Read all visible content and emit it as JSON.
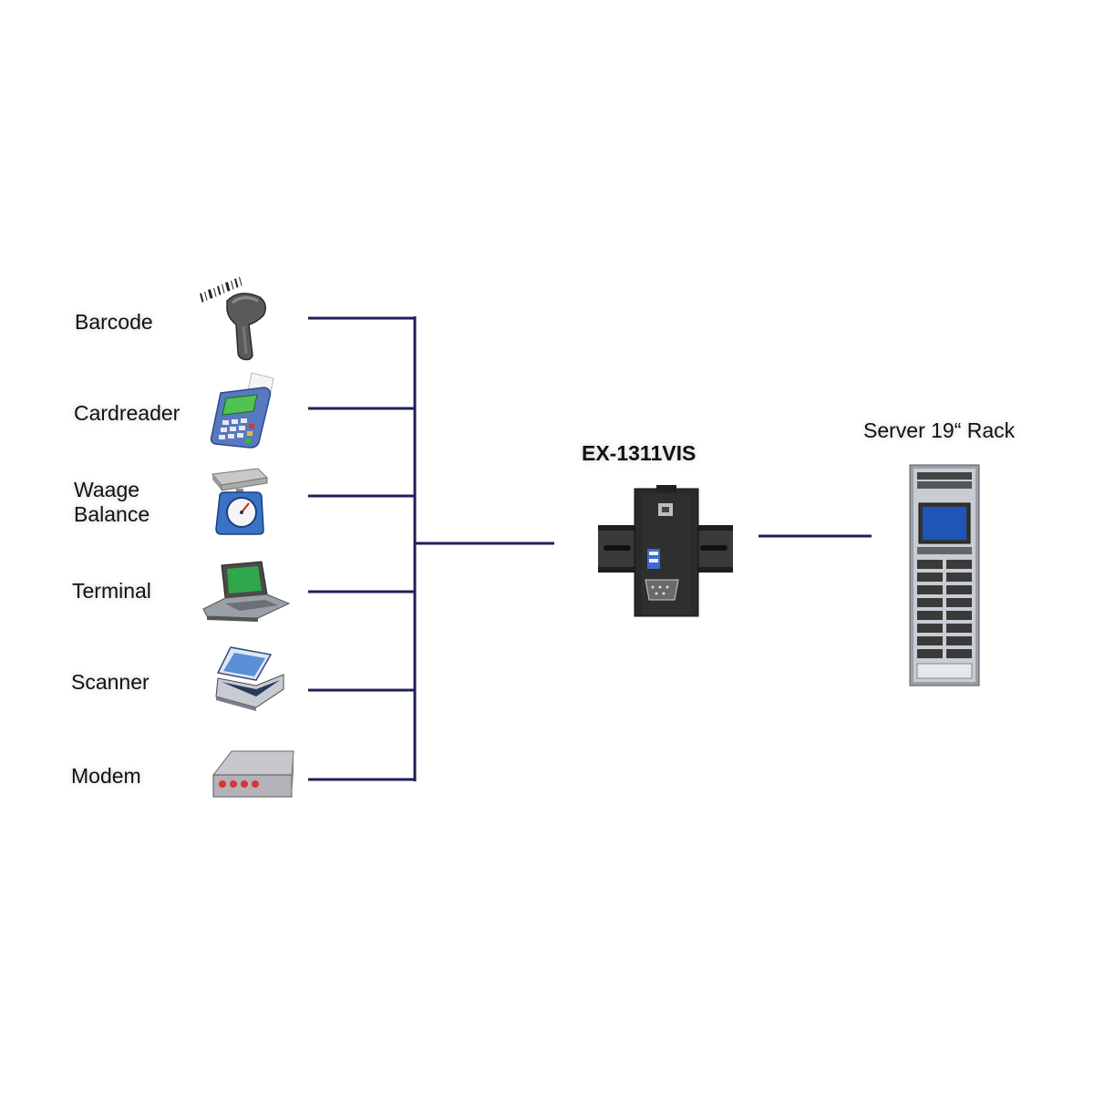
{
  "devices": [
    {
      "key": "barcode",
      "lines": [
        "Barcode"
      ],
      "icon": "barcode-scanner-icon"
    },
    {
      "key": "cardreader",
      "lines": [
        "Cardreader"
      ],
      "icon": "card-reader-icon"
    },
    {
      "key": "balance",
      "lines": [
        "Waage",
        "Balance"
      ],
      "icon": "weighing-scale-icon"
    },
    {
      "key": "terminal",
      "lines": [
        "Terminal"
      ],
      "icon": "terminal-icon"
    },
    {
      "key": "scanner",
      "lines": [
        "Scanner"
      ],
      "icon": "flatbed-scanner-icon"
    },
    {
      "key": "modem",
      "lines": [
        "Modem"
      ],
      "icon": "modem-icon"
    }
  ],
  "hub": {
    "label": "EX-1311VIS",
    "icon": "usb-serial-converter-din-rail-icon"
  },
  "server": {
    "label": "Server 19“ Rack",
    "icon": "server-rack-icon"
  },
  "colors": {
    "line": "#1f1f5a",
    "text": "#111111",
    "device_dark": "#2b2b2b",
    "screen": "#1e56b8"
  }
}
